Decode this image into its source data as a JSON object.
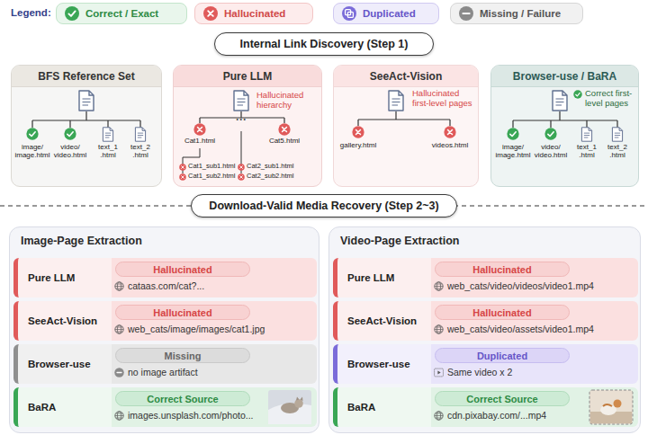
{
  "diagram": {
    "nodes": [
      {
        "text": [
          "Internal Link Discovery (Step 1)"
        ]
      },
      {
        "text": [
          "BFS Reference Set"
        ]
      },
      {
        "text": [
          "Pure LLM"
        ]
      },
      {
        "text": [
          "SeeAct-Vision"
        ]
      },
      {
        "text": [
          "Browser-use / BaRA"
        ]
      },
      {
        "text": [
          "Download-Valid Media Recovery (Step 2~3)"
        ]
      },
      {
        "text": [
          "Image-Page Extraction"
        ]
      },
      {
        "text": [
          "Pure LLM",
          "cataas.com/cat?..."
        ],
        "in": 6
      },
      {
        "text": [
          "Hallucinated"
        ],
        "in": 7
      },
      {
        "text": [
          "SeeAct-Vision",
          "web_cats/image/images/cat1.jpg"
        ],
        "in": 6
      },
      {
        "text": [
          "Hallucinated"
        ],
        "in": 9
      },
      {
        "text": [
          "Browser-use",
          "no image artifact"
        ],
        "in": 6
      },
      {
        "text": [
          "Missing"
        ],
        "in": 11
      },
      {
        "text": [
          "BaRA",
          "images.unsplash.com/photo..."
        ],
        "in": 6
      },
      {
        "text": [
          "Correct Source"
        ],
        "in": 13
      },
      {
        "text": [
          "Video-Page Extraction"
        ]
      },
      {
        "text": [
          "Pure LLM",
          "web_cats/video/videos/video1.mp4"
        ],
        "in": 15
      },
      {
        "text": [
          "Hallucinated"
        ],
        "in": 16
      },
      {
        "text": [
          "SeeAct-Vision",
          "web_cats/video/assets/video1.mp4"
        ],
        "in": 15
      },
      {
        "text": [
          "Hallucinated"
        ],
        "in": 18
      },
      {
        "text": [
          "Browser-use",
          "Same video x 2"
        ],
        "in": 15
      },
      {
        "text": [
          "Duplicated"
        ],
        "in": 20
      },
      {
        "text": [
          "BaRA",
          "cdn.pixabay.com/...mp4"
        ],
        "in": 15
      },
      {
        "text": [
          "Correct Source"
        ],
        "in": 22
      }
    ],
    "labels": [
      "Legend:",
      "image/ image.html",
      "video/ video.html",
      "text_1 .html",
      "text_2 .html",
      "Hallucinated hierarchy",
      "Cat1.html",
      "···",
      "Cat5.html",
      "Cat1_sub1.html",
      "Cat1_sub2.html",
      "Cat2_sub1.html",
      "Cat2_sub2.html",
      "Hallucinated first-level pages",
      "gallery.html",
      "videos.html",
      "Correct first-level pages",
      "image/ image.html",
      "video/ video.html",
      "text_1 .html",
      "text_2 .html"
    ],
    "legend": [
      {
        "text": "Correct / Exact",
        "color": "#3aa655"
      },
      {
        "text": "Hallucinated",
        "color": "#e05a5a"
      },
      {
        "text": "Duplicated",
        "color": "#7b6cd9"
      },
      {
        "text": "Missing / Failure",
        "color": "#8a8a8a"
      }
    ]
  }
}
